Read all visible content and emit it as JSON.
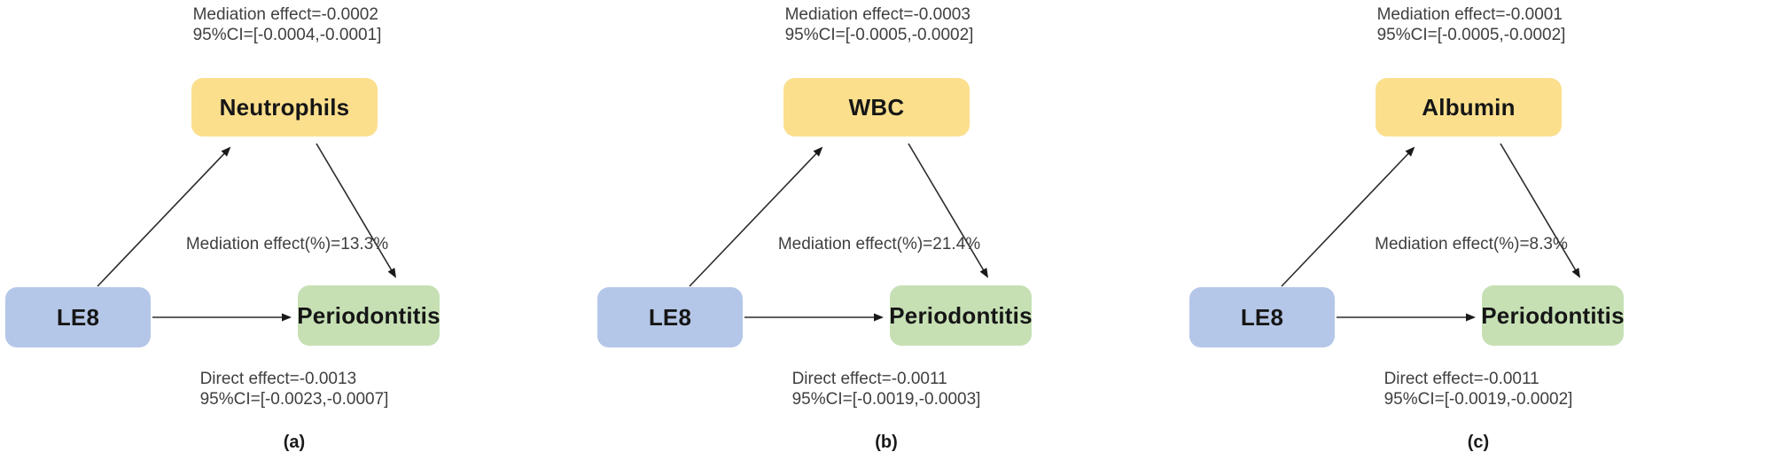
{
  "colors": {
    "mediator_box": "#FBDF8D",
    "exposure_box": "#B5C7E8",
    "outcome_box": "#C6E0B4",
    "arrow": "#2B2B2B"
  },
  "panels": [
    {
      "label": "(a)",
      "exposure": "LE8",
      "mediator": "Neutrophils",
      "outcome": "Periodontitis",
      "indirect_line1": "Mediation effect=-0.0002",
      "indirect_line2": "95%CI=[-0.0004,-0.0001]",
      "proportion": "Mediation effect(%)=13.3%",
      "direct_line1": "Direct effect=-0.0013",
      "direct_line2": "95%CI=[-0.0023,-0.0007]"
    },
    {
      "label": "(b)",
      "exposure": "LE8",
      "mediator": "WBC",
      "outcome": "Periodontitis",
      "indirect_line1": "Mediation effect=-0.0003",
      "indirect_line2": "95%CI=[-0.0005,-0.0002]",
      "proportion": "Mediation effect(%)=21.4%",
      "direct_line1": "Direct effect=-0.0011",
      "direct_line2": "95%CI=[-0.0019,-0.0003]"
    },
    {
      "label": "(c)",
      "exposure": "LE8",
      "mediator": "Albumin",
      "outcome": "Periodontitis",
      "indirect_line1": "Mediation effect=-0.0001",
      "indirect_line2": "95%CI=[-0.0005,-0.0002]",
      "proportion": "Mediation effect(%)=8.3%",
      "direct_line1": "Direct effect=-0.0011",
      "direct_line2": "95%CI=[-0.0019,-0.0002]"
    }
  ]
}
